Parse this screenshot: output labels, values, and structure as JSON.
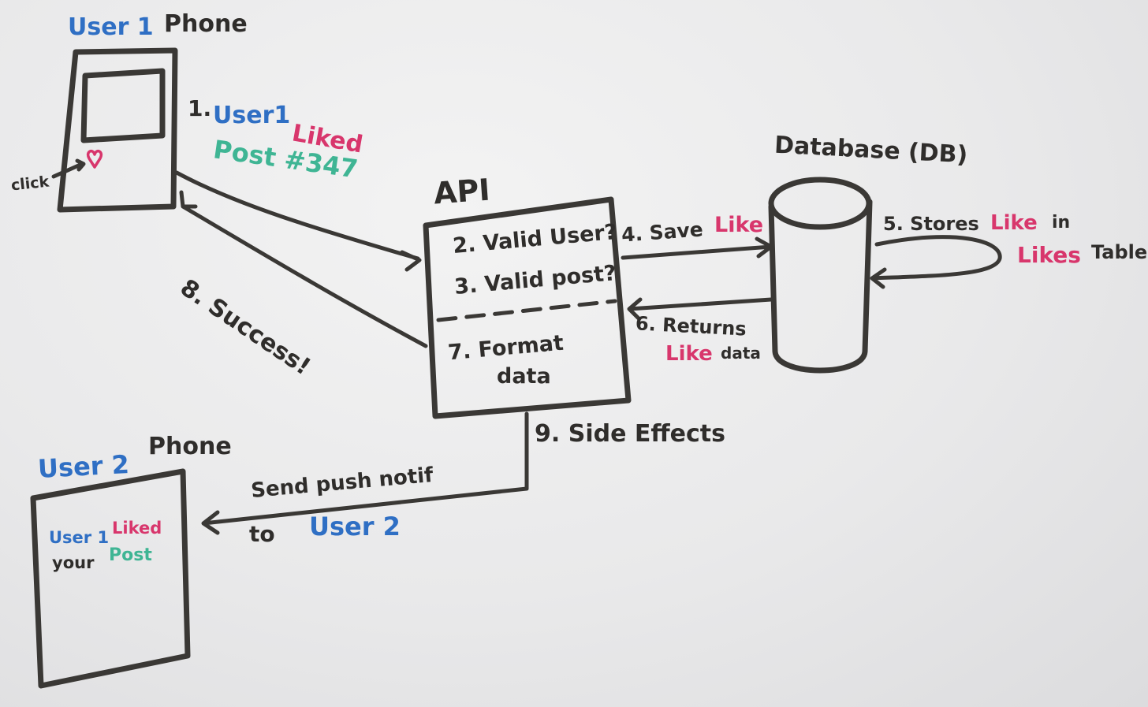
{
  "user1_phone": {
    "user": "User 1",
    "title": "Phone",
    "click": "click"
  },
  "step1": {
    "number": "1.",
    "user": "User1",
    "verb": "Liked",
    "post": "Post #347"
  },
  "api": {
    "title": "API",
    "step2": "2. Valid User?",
    "step3": "3. Valid post?",
    "step7_line1": "7. Format",
    "step7_line2": "data"
  },
  "database": {
    "title": "Database (DB)"
  },
  "step4": {
    "text": "4. Save",
    "like": "Like"
  },
  "step5": {
    "text": "5. Stores",
    "like": "Like",
    "in": "in",
    "likes": "Likes",
    "table": "Table"
  },
  "step6": {
    "line1": "6. Returns",
    "like": "Like",
    "data": "data"
  },
  "step8": {
    "text": "8. Success!"
  },
  "step9": {
    "text": "9. Side Effects"
  },
  "push": {
    "line1": "Send push notif",
    "to": "to",
    "user": "User 2"
  },
  "user2_phone": {
    "user": "User 2",
    "title": "Phone",
    "msg_user": "User 1",
    "msg_verb": "Liked",
    "msg_your": "your",
    "msg_post": "Post"
  },
  "colors": {
    "ink": "#3a3835",
    "blue": "#2f6fc4",
    "pink": "#d8366c",
    "green": "#3fb594"
  }
}
